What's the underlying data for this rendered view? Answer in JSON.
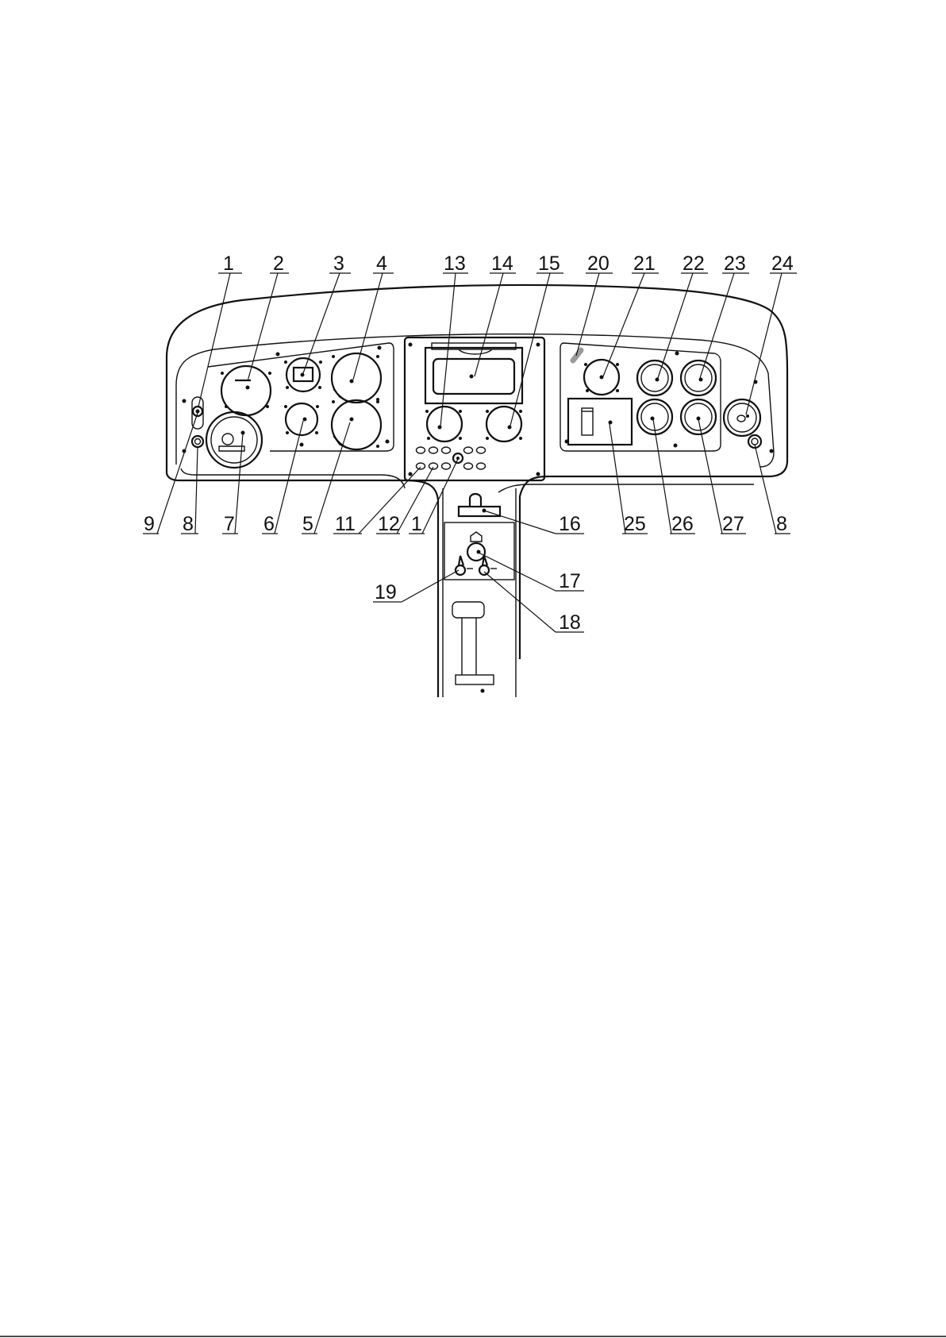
{
  "figure": {
    "subject": "helicopter instrument panel",
    "callouts_top": [
      "1",
      "2",
      "3",
      "4",
      "13",
      "14",
      "15",
      "20",
      "21",
      "22",
      "23",
      "24"
    ],
    "callouts_bottom": [
      "9",
      "8",
      "7",
      "6",
      "5",
      "11",
      "12",
      "1",
      "16",
      "25",
      "26",
      "27",
      "8"
    ],
    "callouts_console": [
      "17",
      "19",
      "18"
    ],
    "icons": {
      "rotary_switch": "key-switch-icon",
      "toggle": "toggle-switch-icon",
      "gauge": "round-gauge-icon"
    }
  }
}
